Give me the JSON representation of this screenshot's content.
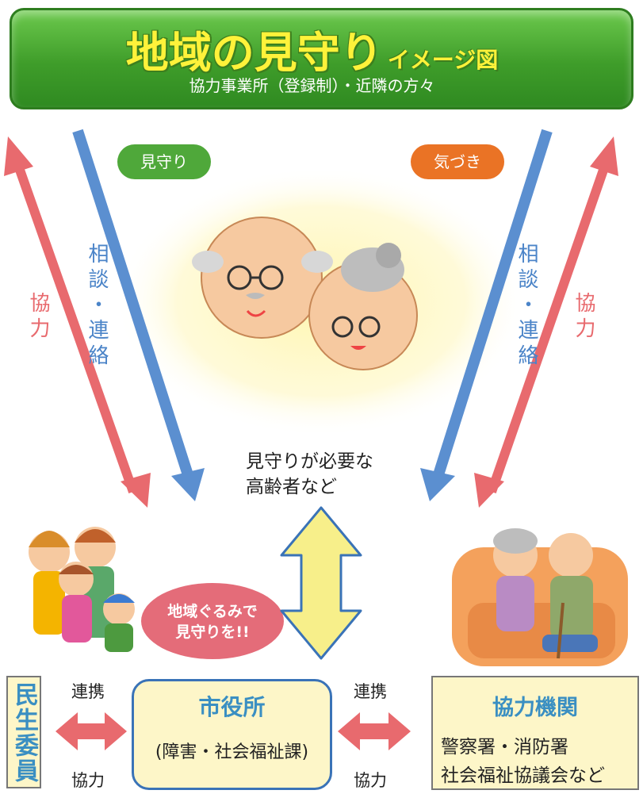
{
  "header": {
    "title_main": "地域の見守り",
    "title_suffix": "イメージ図",
    "subtitle": "協力事業所（登録制）・近隣の方々"
  },
  "pills": {
    "left": "見守り",
    "right": "気づき"
  },
  "arrows": {
    "left_outer": "協力",
    "left_inner": "相談・連絡",
    "right_inner": "相談・連絡",
    "right_outer": "協力"
  },
  "center": {
    "line1": "見守りが必要な",
    "line2": "高齢者など"
  },
  "callout": {
    "line1": "地域ぐるみで",
    "line2": "見守りを!!"
  },
  "bottom": {
    "minsei": "民生委員",
    "left_top": "連携",
    "left_bottom": "協力",
    "right_top": "連携",
    "right_bottom": "協力",
    "shiyakusho_title": "市役所",
    "shiyakusho_sub": "(障害・社会福祉課)",
    "kyoryoku_title": "協力機関",
    "kyoryoku_line1": "警察署・消防署",
    "kyoryoku_line2": "社会福祉協議会など"
  },
  "colors": {
    "green": "#4fa83a",
    "orange": "#ea7325",
    "red_arrow": "#e86a6e",
    "blue_arrow": "#5b8fd0",
    "yellow_arrow": "#f7ef8a",
    "box_fill": "#fdf6c8",
    "label_blue": "#3a8fc2"
  }
}
